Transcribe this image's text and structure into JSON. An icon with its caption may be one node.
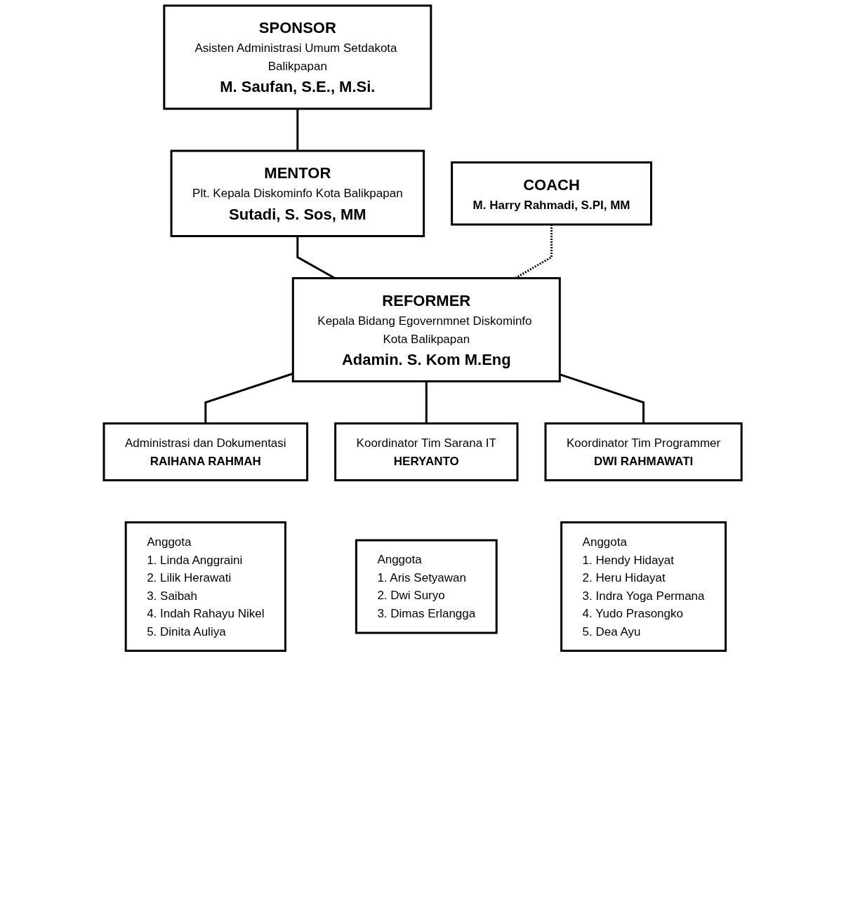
{
  "diagram": {
    "nodes": [
      {
        "text": [
          "SPONSOR",
          "Asisten Administrasi Umum Setdakota Balikpapan",
          "M. Saufan, S.E., M.Si."
        ]
      },
      {
        "text": [
          "MENTOR",
          "Plt. Kepala Diskominfo Kota Balikpapan",
          "Sutadi, S. Sos, MM"
        ]
      },
      {
        "text": [
          "COACH",
          "M. Harry Rahmadi, S.PI, MM"
        ]
      },
      {
        "text": [
          "REFORMER",
          "Kepala Bidang Egovernmnet Diskominfo Kota Balikpapan",
          "Adamin. S. Kom M.Eng"
        ]
      },
      {
        "text": [
          "Administrasi dan Dokumentasi",
          "RAIHANA RAHMAH"
        ]
      },
      {
        "text": [
          "Anggota",
          "1. Linda Anggraini",
          "2. Lilik Herawati",
          "3. Saibah",
          "4. Indah Rahayu Nikel",
          "5. Dinita Auliya"
        ]
      },
      {
        "text": [
          "Koordinator Tim Sarana IT",
          "HERYANTO"
        ]
      },
      {
        "text": [
          "Anggota",
          "1. Aris Setyawan",
          "2. Dwi Suryo",
          "3. Dimas Erlangga"
        ]
      },
      {
        "text": [
          "Koordinator Tim Programmer",
          "DWI RAHMAWATI"
        ]
      },
      {
        "text": [
          "Anggota",
          "1. Hendy Hidayat",
          "2. Heru Hidayat",
          "3. Indra Yoga Permana",
          "4. Yudo Prasongko",
          "5. Dea Ayu"
        ]
      }
    ],
    "edges": [
      {
        "from": 0,
        "to": 1,
        "arrow": "none"
      },
      {
        "from": 1,
        "to": 3,
        "arrow": "none"
      },
      {
        "from": 2,
        "to": 3,
        "arrow": "none",
        "style": "dashed"
      },
      {
        "from": 3,
        "to": 4,
        "arrow": "none"
      },
      {
        "from": 3,
        "to": 6,
        "arrow": "none"
      },
      {
        "from": 3,
        "to": 8,
        "arrow": "none"
      }
    ]
  }
}
